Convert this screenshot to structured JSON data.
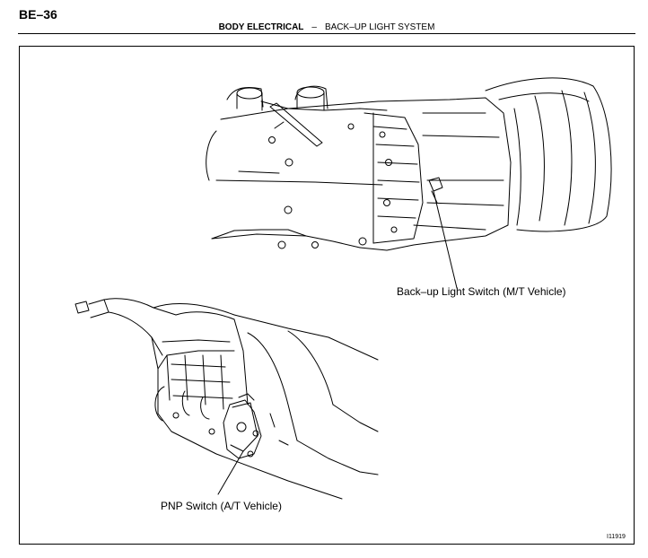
{
  "header": {
    "page_number": "BE–36",
    "section": "BODY ELECTRICAL",
    "separator": "–",
    "subsection": "BACK–UP LIGHT SYSTEM"
  },
  "figure": {
    "callouts": {
      "mt_switch": "Back–up Light Switch (M/T Vehicle)",
      "pnp_switch": "PNP Switch (A/T Vehicle)"
    },
    "figure_id": "I11919"
  }
}
